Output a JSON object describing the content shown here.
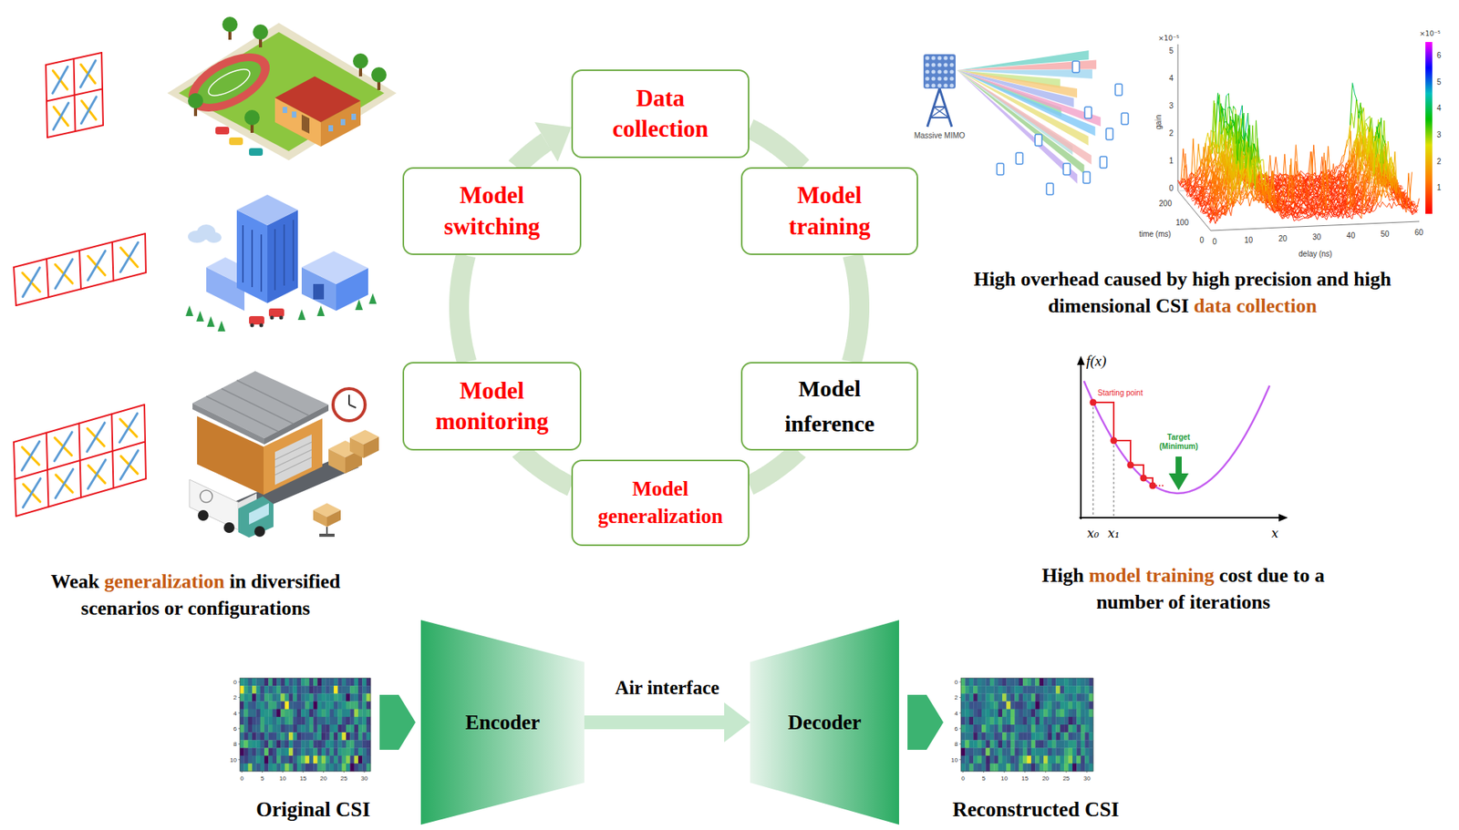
{
  "diagram": {
    "nodes": [
      {
        "text": [
          "Data collection"
        ]
      },
      {
        "text": [
          "Model switching"
        ]
      },
      {
        "text": [
          "Model training"
        ]
      },
      {
        "text": [
          "Model monitoring"
        ]
      },
      {
        "text": [
          "Model inference"
        ]
      },
      {
        "text": [
          "Model generalization"
        ]
      },
      {
        "text": [
          "Encoder"
        ]
      },
      {
        "text": [
          "Decoder"
        ]
      }
    ],
    "edges": [
      {
        "from": 0,
        "to": 2,
        "arrow": "none"
      },
      {
        "from": 2,
        "to": 4,
        "arrow": "none"
      },
      {
        "from": 4,
        "to": 5,
        "arrow": "none"
      },
      {
        "from": 5,
        "to": 3,
        "arrow": "none"
      },
      {
        "from": 3,
        "to": 1,
        "arrow": "none"
      },
      {
        "from": 1,
        "to": 0,
        "arrow": "to"
      },
      {
        "from": 6,
        "to": 7,
        "label": "Air interface",
        "arrow": "to"
      }
    ],
    "labels": [
      "Weak",
      "generalization",
      "in diversified scenarios or configurations",
      "Massive MIMO",
      "×10⁻⁵",
      "5",
      "4",
      "3",
      "2",
      "1",
      "0",
      "gain",
      "200",
      "100",
      "0",
      "time (ms)",
      "0",
      "10",
      "20",
      "30",
      "40",
      "50",
      "60",
      "delay (ns)",
      "×10⁻⁵",
      "6",
      "5",
      "4",
      "3",
      "2",
      "1",
      "High overhead caused by high precision and high dimensional CSI",
      "data collection",
      "f(x)",
      "Starting point",
      "Target (Minimum)",
      "x₀",
      "x₁",
      "x",
      "High",
      "model training",
      "cost due to a number of iterations",
      "Original CSI",
      "Reconstructed CSI",
      "0",
      "2",
      "4",
      "6",
      "8",
      "10",
      "0",
      "5",
      "10",
      "15",
      "20",
      "25",
      "30",
      "0",
      "2",
      "4",
      "6",
      "8",
      "10",
      "0",
      "5",
      "10",
      "15",
      "20",
      "25",
      "30"
    ]
  }
}
